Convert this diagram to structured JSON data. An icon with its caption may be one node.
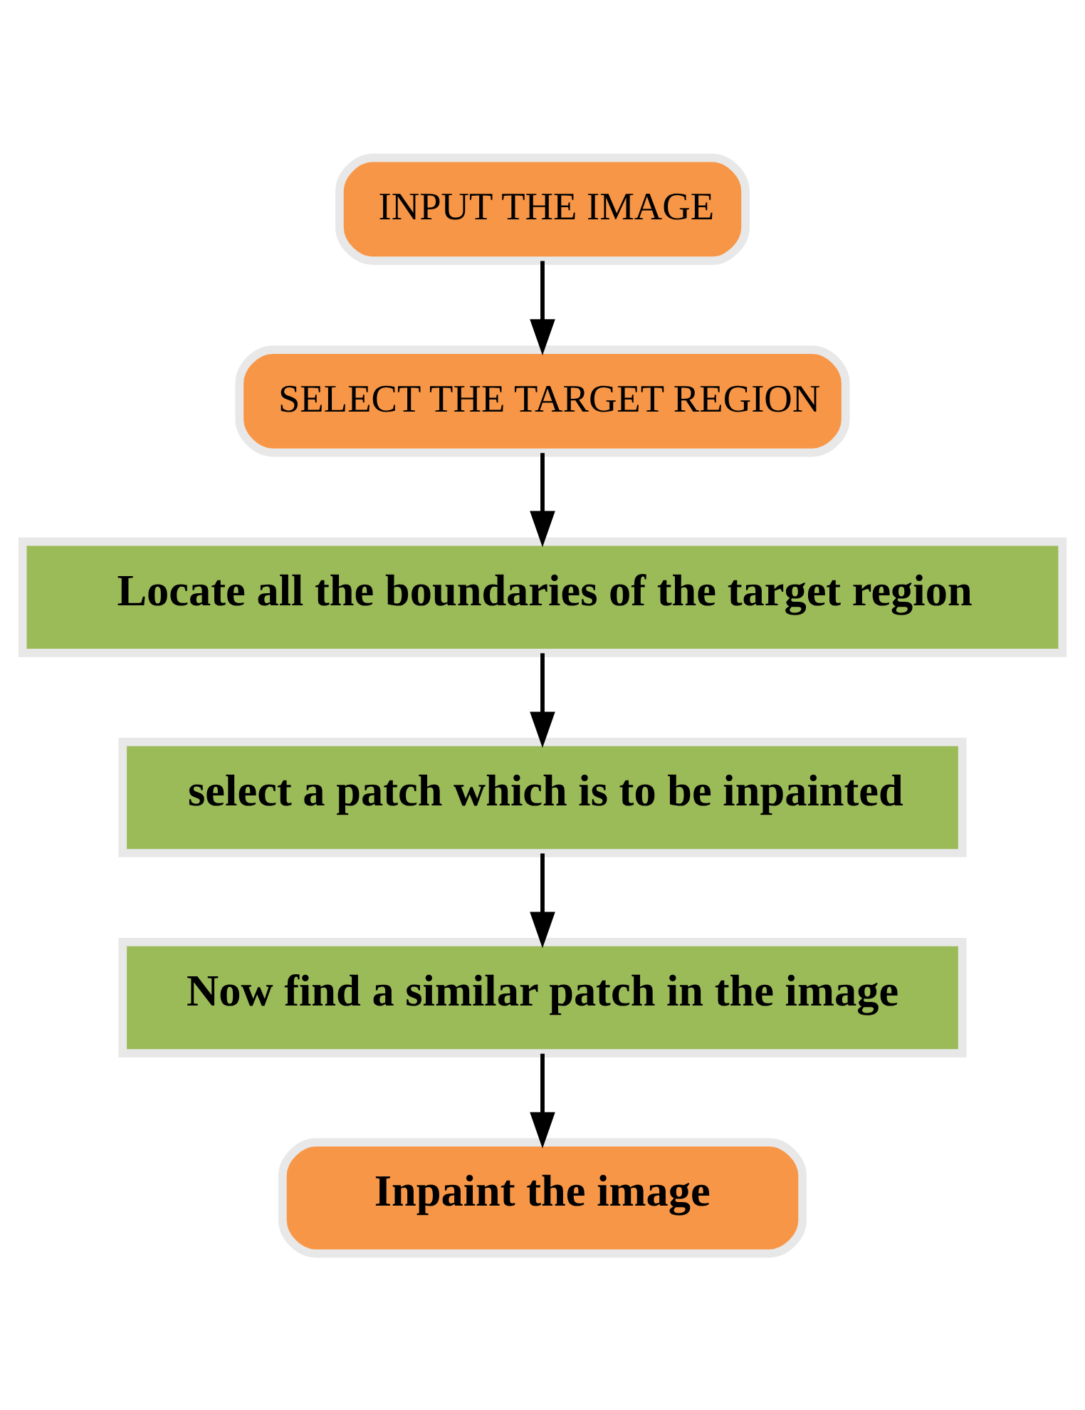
{
  "diagram": {
    "nodes": [
      {
        "text": [
          "INPUT THE IMAGE"
        ]
      },
      {
        "text": [
          "SELECT THE TARGET REGION"
        ]
      },
      {
        "text": [
          "Locate all the boundaries of the target region"
        ]
      },
      {
        "text": [
          "select a patch which is to be inpainted"
        ]
      },
      {
        "text": [
          "Now find a similar patch in the image"
        ]
      },
      {
        "text": [
          "Inpaint the image"
        ]
      }
    ],
    "edges": [
      {
        "from": 0,
        "to": 1,
        "arrow": "to"
      },
      {
        "from": 1,
        "to": 2,
        "arrow": "to"
      },
      {
        "from": 2,
        "to": 3,
        "arrow": "to"
      },
      {
        "from": 3,
        "to": 4,
        "arrow": "to"
      },
      {
        "from": 4,
        "to": 5,
        "arrow": "to"
      }
    ]
  }
}
